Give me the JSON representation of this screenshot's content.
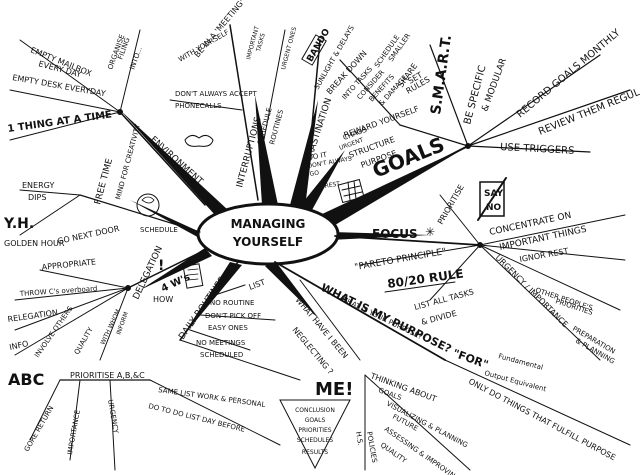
{
  "center": {
    "line1": "MANAGING",
    "line2": "YOURSELF"
  },
  "goals": {
    "title": "GOALS",
    "smart": "S.M.A.R.T.",
    "specific": "BE SPECIFIC",
    "modular": "& MODULAR",
    "record": "RECORD GOALS MONTHLY",
    "review": "REVIEW THEM REGULARLY",
    "triggers": "USE TRIGGERS",
    "reward": "REWARD YOURSELF",
    "structure": "STRUCTURE",
    "purpose": "PURPOSE",
    "break": "BREAK DOWN",
    "into": "INTO TASKS",
    "consider": "CONSIDER",
    "benefits": "BENEFITS",
    "damage": "& DAMAGE",
    "schedule": "SCHEDULE",
    "smaller": "SMALLER",
    "share": "SHARE",
    "set": "SET",
    "rules": "RULES"
  },
  "procrastination": {
    "title": "PROCRASTINATION",
    "bando": "BANDO",
    "sunlight": "SUNLIGHT & DELAYS",
    "do_it": "DO IT",
    "dont_always": "DON'T ALWAYS",
    "go": "GO",
    "rest": "REST",
    "urgent": "URGENT",
    "chaos": "CHAOS"
  },
  "interruptions": {
    "title": "INTERRUPTIONS",
    "be_in": "BE IN A 'MEETING'",
    "with_yourself": "WITH YOURSELF",
    "dont_accept": "DON'T ALWAYS ACCEPT",
    "phonecalls": "PHONECALLS",
    "schedule": "SCHEDULE",
    "routines": "ROUTINES",
    "important": "IMPORTANT",
    "tasks": "TASKS",
    "urgent": "URGENT ONES"
  },
  "environment": {
    "title": "ENVIRONMENT",
    "empty_mailbox": "EMPTY MAILBOX",
    "every_day": "EVERY DAY",
    "empty_desk": "EMPTY DESK EVERYDAY",
    "one_thing": "1 THING AT A TIME",
    "organise": "ORGANISE",
    "filing": "FILING",
    "into": "INTO..."
  },
  "free_time": {
    "title": "FREE TIME",
    "mind": "MIND FOR CREATIVITY",
    "energy": "ENERGY",
    "dips": "DIPS",
    "golden": "GOLDEN HOUR",
    "go_next": "GO NEXT DOOR",
    "schedule": "SCHEDULE",
    "yh": "Y.H."
  },
  "delegation": {
    "title": "DELEGATION",
    "ws": "4 W's",
    "how": "HOW",
    "appropriate": "APPROPRIATE",
    "throw": "THROW C's overboard",
    "relegation": "RELEGATION",
    "info": "INFO",
    "involve": "INVOLVE OTHERS",
    "quality": "QUALITY",
    "with_whom": "WITH WHOM",
    "inform": "INFORM"
  },
  "routines": {
    "title": "DAILY ROUTINES",
    "list": "LIST",
    "no_routine": "NO ROUTINE",
    "dont_pick": "DON'T PICK OFF",
    "easy_ones": "EASY ONES",
    "no_meetings": "NO MEETINGS",
    "scheduled": "SCHEDULED",
    "same_list": "SAME LIST WORK & PERSONAL",
    "do_todo": "DO TO DO LIST DAY BEFORE"
  },
  "priorities": {
    "title": "PRIORITISE A,B,&C",
    "abc": "ABC",
    "gore": "GORE RETURN",
    "importance": "IMPORTANCE",
    "urgency": "URGENCY"
  },
  "purpose": {
    "title": "WHAT IS MY PURPOSE?",
    "sub": "WHAT IS YOUR PURPOSE?",
    "what_have": "WHAT HAVE I BEEN",
    "neglecting": "NEGLECTING ?",
    "for": "\"FOR\"",
    "fundamental": "Fundamental",
    "output": "Output Equivalent",
    "only_do": "ONLY DO THINGS THAT FULFILL PURPOSE"
  },
  "me": {
    "title": "ME!",
    "conclusion": "CONCLUSION",
    "goals": "GOALS",
    "priorities": "PRIORITIES",
    "schedules": "SCHEDULES",
    "results": "RESULTS",
    "thinking": "THINKING ABOUT",
    "goals2": "GOALS",
    "visualizing": "VISUALIZING & PLANNING",
    "future": "FUTURE",
    "assessing": "ASSESSING & IMPROVING",
    "quality": "QUALITY",
    "hs": "H.S.",
    "policies": "POLICIES"
  },
  "focus": {
    "title": "FOCUS",
    "prioritise": "PRIORITISE",
    "say": "SAY",
    "no": "NO",
    "concentrate": "CONCENTRATE ON",
    "important": "IMPORTANT THINGS",
    "ignore": "IGNOR REST",
    "urgency": "URGENCY / IMPORTANCE",
    "other": "OTHER PEOPLE'S",
    "priorities": "PRIORITIES",
    "preparation": "PREPARATION",
    "planning": "& PLANNING",
    "pareto": "\"PARETO PRINCIPLE\"",
    "rule": "80/20 RULE",
    "list_all": "LIST ALL TASKS",
    "divide": "& DIVIDE"
  }
}
